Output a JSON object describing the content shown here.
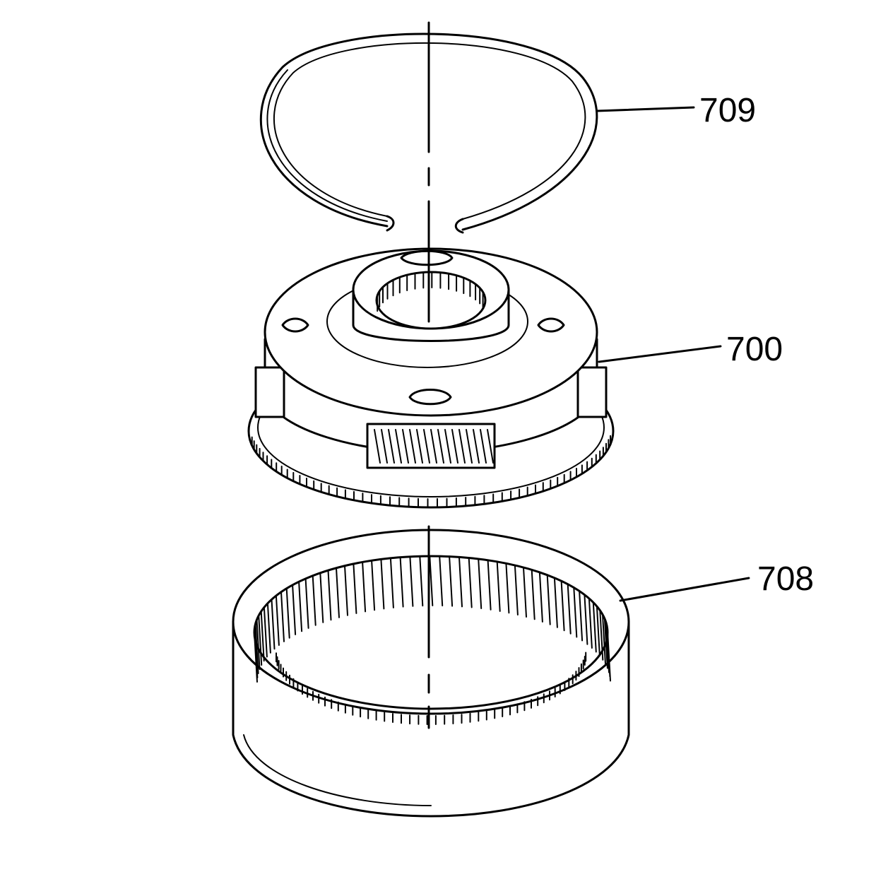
{
  "colors": {
    "line": "#000000",
    "background": "#ffffff"
  },
  "parts": [
    {
      "id": "snap-ring",
      "label": "709"
    },
    {
      "id": "carrier-assembly",
      "label": "700"
    },
    {
      "id": "internal-gear",
      "label": "708"
    }
  ]
}
